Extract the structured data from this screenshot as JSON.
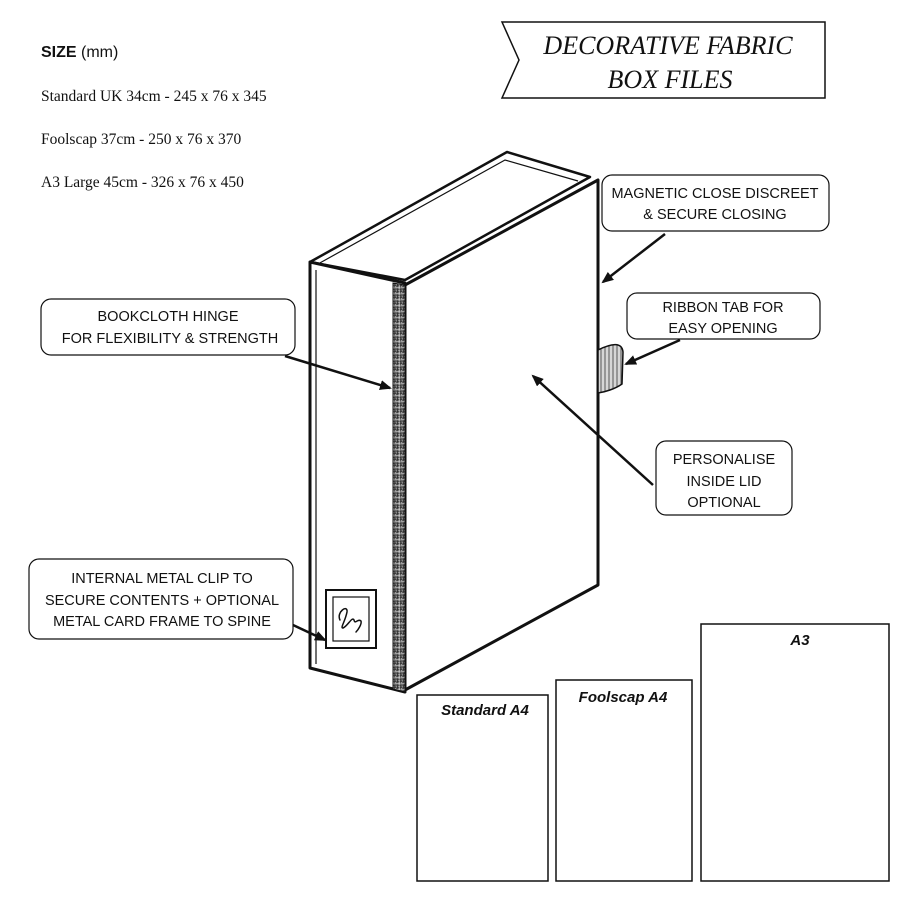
{
  "title": {
    "line1": "DECORATIVE FABRIC",
    "line2": "BOX FILES"
  },
  "sizes": {
    "heading": "SIZE",
    "unit": "(mm)",
    "rows": [
      "Standard UK 34cm - 245 x 76 x 345",
      "Foolscap 37cm - 250 x 76 x 370",
      "A3 Large 45cm - 326 x 76 x 450"
    ]
  },
  "callouts": {
    "magnetic": {
      "line1": "MAGNETIC CLOSE DISCREET",
      "line2": "& SECURE CLOSING"
    },
    "ribbon": {
      "line1": "RIBBON TAB FOR",
      "line2": "EASY OPENING"
    },
    "hinge": {
      "line1": "BOOKCLOTH HINGE",
      "line2": "FOR FLEXIBILITY & STRENGTH"
    },
    "personalise": {
      "line1": "PERSONALISE",
      "line2": "INSIDE LID",
      "line3": "OPTIONAL"
    },
    "clip": {
      "line1": "INTERNAL METAL CLIP TO",
      "line2": "SECURE CONTENTS + OPTIONAL",
      "line3": "METAL CARD FRAME TO SPINE"
    }
  },
  "papers": {
    "standard": "Standard A4",
    "foolscap": "Foolscap A4",
    "a3": "A3"
  },
  "icons": {
    "banner": "ribbon-banner-icon",
    "box": "box-file-illustration",
    "signature": "signature-icon"
  }
}
